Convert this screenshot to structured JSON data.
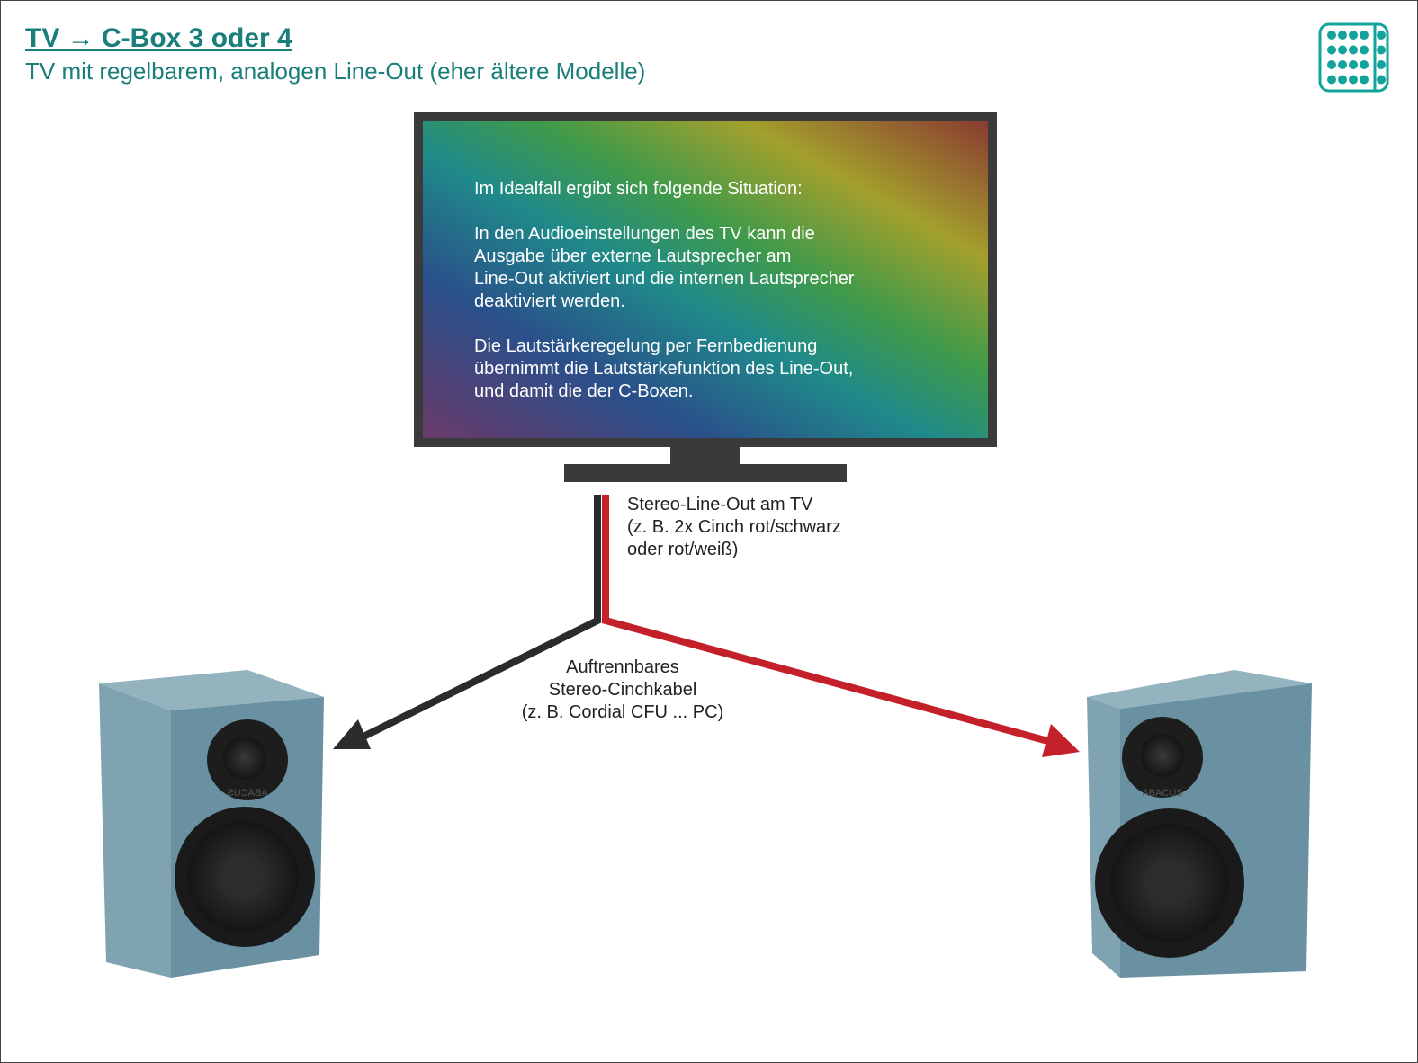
{
  "header": {
    "title": "TV → C-Box 3 oder 4",
    "subtitle": "TV mit regelbarem, analogen Line-Out (eher ältere Modelle)"
  },
  "logo": {
    "icon": "dot-grid-logo-icon",
    "color": "#12a39a"
  },
  "tv": {
    "screen_text": "Im Idealfall ergibt sich folgende Situation:\n\nIn den Audioeinstellungen des TV kann die\nAusgabe über externe Lautsprecher am\nLine-Out aktiviert und die internen Lautsprecher\ndeaktiviert werden.\n\nDie Lautstärkeregelung per Fernbedienung\nübernimmt die Lautstärkefunktion des Line-Out,\nund damit die der C-Boxen."
  },
  "labels": {
    "line_out": "Stereo-Line-Out am TV\n(z. B. 2x Cinch rot/schwarz\noder rot/weiß)",
    "cable": "Auftrennbares\nStereo-Cinchkabel\n(z. B. Cordial CFU ... PC)"
  },
  "speakers": {
    "brand": "ABACUS",
    "color": "#6f97a6"
  },
  "colors": {
    "cable_left": "#2b2b2b",
    "cable_right": "#c4202a",
    "accent": "#1a7f7a"
  }
}
